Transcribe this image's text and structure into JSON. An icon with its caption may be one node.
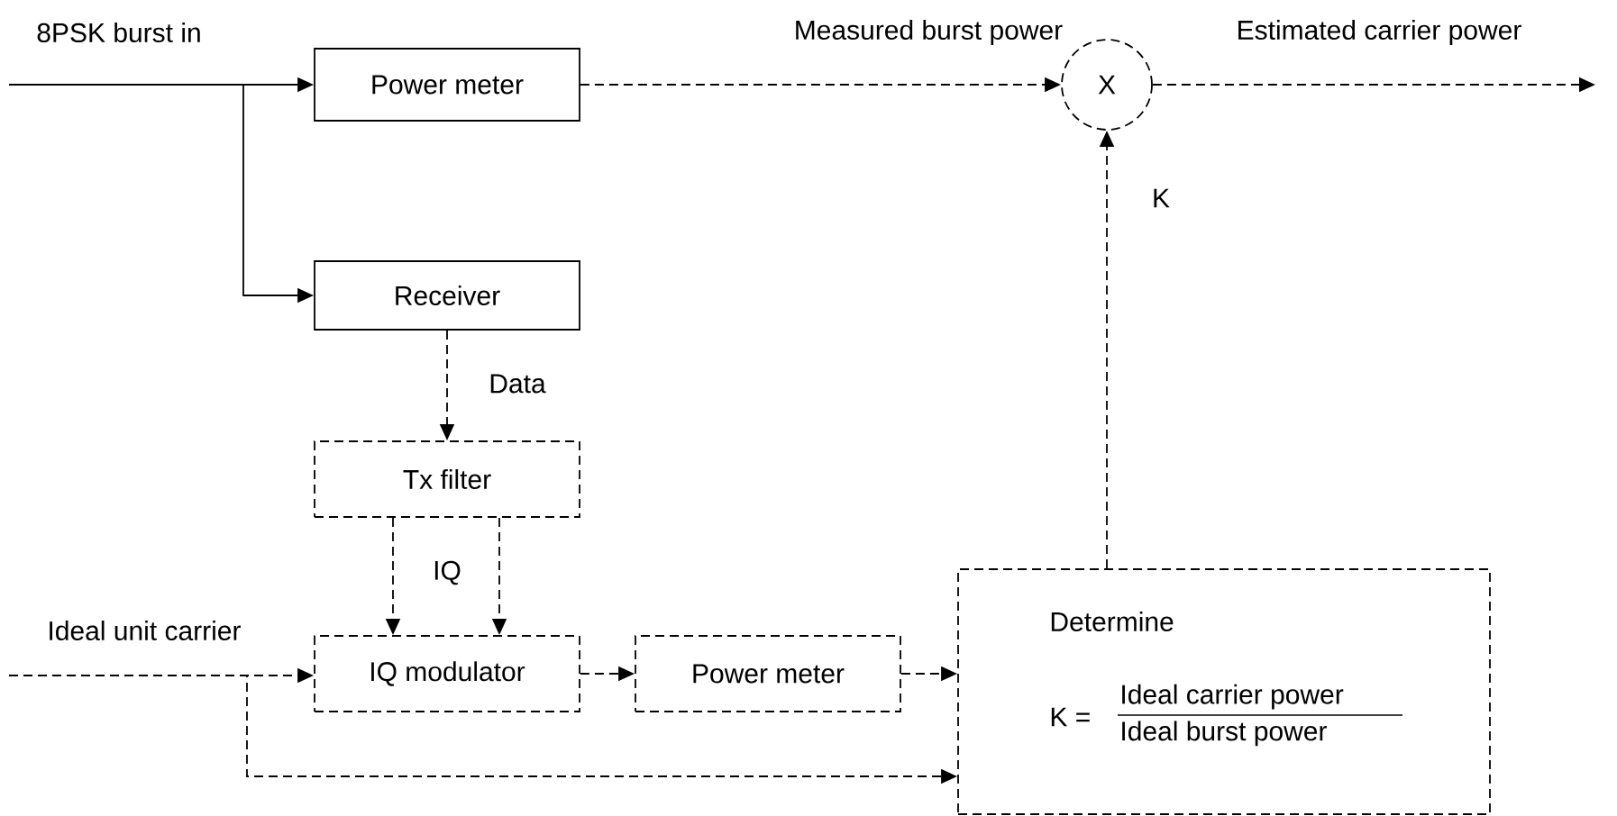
{
  "diagram": {
    "nodes": [
      {
        "text": [
          "Power meter"
        ]
      },
      {
        "text": [
          "Receiver"
        ]
      },
      {
        "text": [
          "Tx filter"
        ]
      },
      {
        "text": [
          "IQ modulator"
        ]
      },
      {
        "text": [
          "Power meter"
        ]
      },
      {
        "text": [
          "X"
        ]
      },
      {
        "text": [
          "Determine",
          "K =",
          "Ideal carrier power",
          "Ideal burst power"
        ]
      }
    ],
    "edges": [
      {
        "from": null,
        "to": 0,
        "arrow": "to",
        "label": "8PSK burst in"
      },
      {
        "from": null,
        "to": 1,
        "arrow": "to"
      },
      {
        "from": 0,
        "to": 5,
        "arrow": "to",
        "style": "dashed",
        "label": "Measured burst power"
      },
      {
        "from": 5,
        "to": null,
        "arrow": "to",
        "style": "dashed",
        "label": "Estimated carrier power"
      },
      {
        "from": 1,
        "to": 2,
        "arrow": "to",
        "style": "dashed",
        "label": "Data"
      },
      {
        "from": 2,
        "to": 3,
        "arrow": "to",
        "style": "dashed",
        "label": "IQ"
      },
      {
        "from": 2,
        "to": 3,
        "arrow": "to",
        "style": "dashed"
      },
      {
        "from": null,
        "to": 3,
        "arrow": "to",
        "style": "dashed",
        "label": "Ideal unit carrier"
      },
      {
        "from": null,
        "to": 6,
        "arrow": "to",
        "style": "dashed"
      },
      {
        "from": 3,
        "to": 4,
        "arrow": "to",
        "style": "dashed"
      },
      {
        "from": 4,
        "to": 6,
        "arrow": "to",
        "style": "dashed"
      },
      {
        "from": 6,
        "to": 5,
        "arrow": "to",
        "style": "dashed",
        "label": "K"
      }
    ]
  }
}
